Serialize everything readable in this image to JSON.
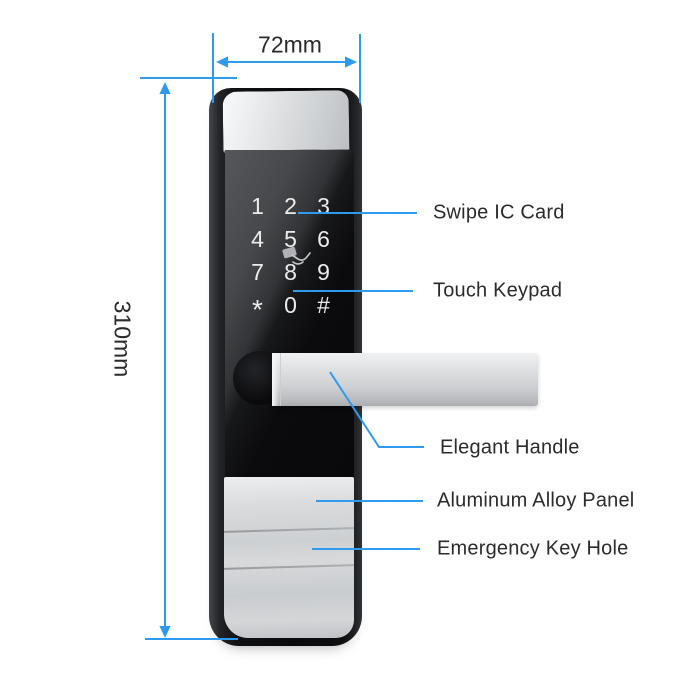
{
  "colors": {
    "accent_blue": "#2e9bf0",
    "label_text": "#2b2b2b",
    "keypad_text": "#ececec",
    "body_black": "#0a0a0c",
    "silver": "#cfd2d4"
  },
  "dimensions": {
    "width": "72mm",
    "height": "310mm"
  },
  "keypad": {
    "icon": "card-swipe-icon",
    "keys": [
      "1",
      "2",
      "3",
      "4",
      "5",
      "6",
      "7",
      "8",
      "9",
      "*",
      "0",
      "#"
    ]
  },
  "callouts": {
    "swipe_ic_card": "Swipe IC Card",
    "touch_keypad": "Touch Keypad",
    "elegant_handle": "Elegant Handle",
    "aluminum_alloy_panel": "Aluminum Alloy Panel",
    "emergency_key_hole": "Emergency Key Hole"
  }
}
